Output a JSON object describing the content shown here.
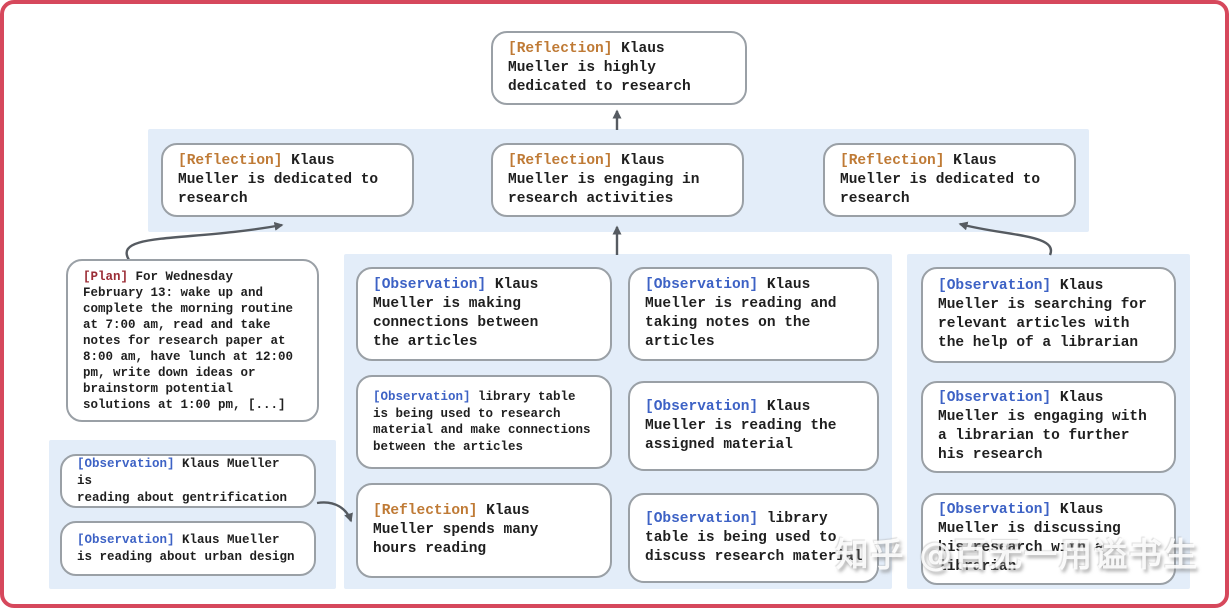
{
  "colors": {
    "frame_border": "#d6485c",
    "panel_blue": "#e3edf9",
    "box_border": "#9aa0a6",
    "arrow": "#565b61",
    "reflection_tag": "#bf7a35",
    "observation_tag": "#3d62c5",
    "plan_tag": "#9b2c35",
    "body_text": "#1f1f1f"
  },
  "watermark": {
    "text": "知乎 @百无一用谥书生"
  },
  "nodes": {
    "top_reflection": {
      "tag": "[Reflection]",
      "text": "Klaus\nMueller is highly\ndedicated to research"
    },
    "row2_left": {
      "tag": "[Reflection]",
      "text": "Klaus\nMueller is dedicated to\nresearch"
    },
    "row2_mid": {
      "tag": "[Reflection]",
      "text": "Klaus\nMueller is engaging in\nresearch activities"
    },
    "row2_right": {
      "tag": "[Reflection]",
      "text": "Klaus\nMueller is dedicated to\nresearch"
    },
    "plan": {
      "tag": "[Plan]",
      "text": "For Wednesday\nFebruary 13: wake up and\ncomplete the morning routine\nat 7:00 am, read and take\nnotes for research paper at\n8:00 am, have lunch at 12:00\npm, write down ideas or\nbrainstorm potential\nsolutions at 1:00 pm, [...]"
    },
    "obs_gentrification": {
      "tag": "[Observation]",
      "text": "Klaus Mueller is\nreading about gentrification"
    },
    "obs_urban_design": {
      "tag": "[Observation]",
      "text": "Klaus Mueller\nis reading about urban design"
    },
    "mid_connections": {
      "tag": "[Observation]",
      "text": "Klaus\nMueller is making\nconnections between\nthe articles"
    },
    "mid_library_research": {
      "tag": "[Observation]",
      "text": "library table\nis being used to research\nmaterial and make connections\nbetween the articles"
    },
    "mid_reflection_hours": {
      "tag": "[Reflection]",
      "text": "Klaus\nMueller spends many\nhours reading"
    },
    "col_reading_notes": {
      "tag": "[Observation]",
      "text": "Klaus\nMueller is reading and\ntaking notes on the\narticles"
    },
    "col_assigned_material": {
      "tag": "[Observation]",
      "text": "Klaus\nMueller is reading the\nassigned material"
    },
    "col_library_discuss": {
      "tag": "[Observation]",
      "text": "library\ntable is being used to\ndiscuss research material"
    },
    "right_searching": {
      "tag": "[Observation]",
      "text": "Klaus\nMueller is searching for\nrelevant articles with\nthe help of a librarian"
    },
    "right_engaging": {
      "tag": "[Observation]",
      "text": "Klaus\nMueller is engaging with\na librarian to further\nhis research"
    },
    "right_discussing": {
      "tag": "[Observation]",
      "text": "Klaus\nMueller is discussing\nhis research with a\nlibrarian"
    }
  }
}
